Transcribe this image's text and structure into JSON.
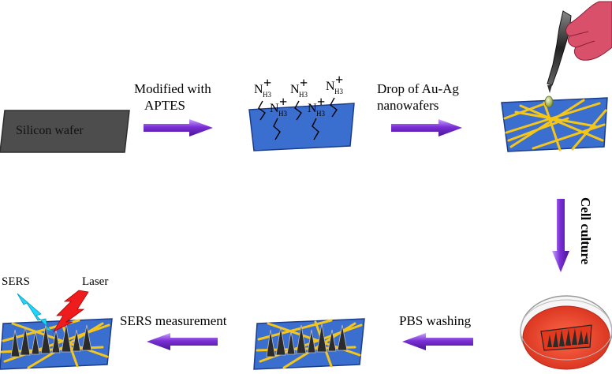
{
  "labels": {
    "silicon_wafer": "Silicon wafer",
    "modified_line1": "Modified with",
    "modified_line2": "APTES",
    "drop_line1": "Drop of Au-Ag",
    "drop_line2": "nanowafers",
    "cell_culture": "Cell culture",
    "pbs_washing": "PBS washing",
    "sers_measurement": "SERS measurement",
    "sers": "SERS",
    "laser": "Laser"
  },
  "amine_groups": [
    {
      "n": "N",
      "h": "H3",
      "plus": "+"
    },
    {
      "n": "N",
      "h": "H3",
      "plus": "+"
    },
    {
      "n": "N",
      "h": "H3",
      "plus": "+"
    },
    {
      "n": "N",
      "h": "H3",
      "plus": "+"
    },
    {
      "n": "N",
      "h": "H3",
      "plus": "+"
    }
  ],
  "colors": {
    "wafer_gray": "#4d4d4d",
    "substrate_blue": "#3a6fd0",
    "nanowire_yellow": "#f5c518",
    "arrow_purple": "#7b2fd6",
    "dish_red": "#e8412a",
    "hand_pink": "#d9506b",
    "sers_cyan": "#1fd6ff",
    "laser_red": "#ee1c1c",
    "cell_dark": "#2b2b2b"
  }
}
